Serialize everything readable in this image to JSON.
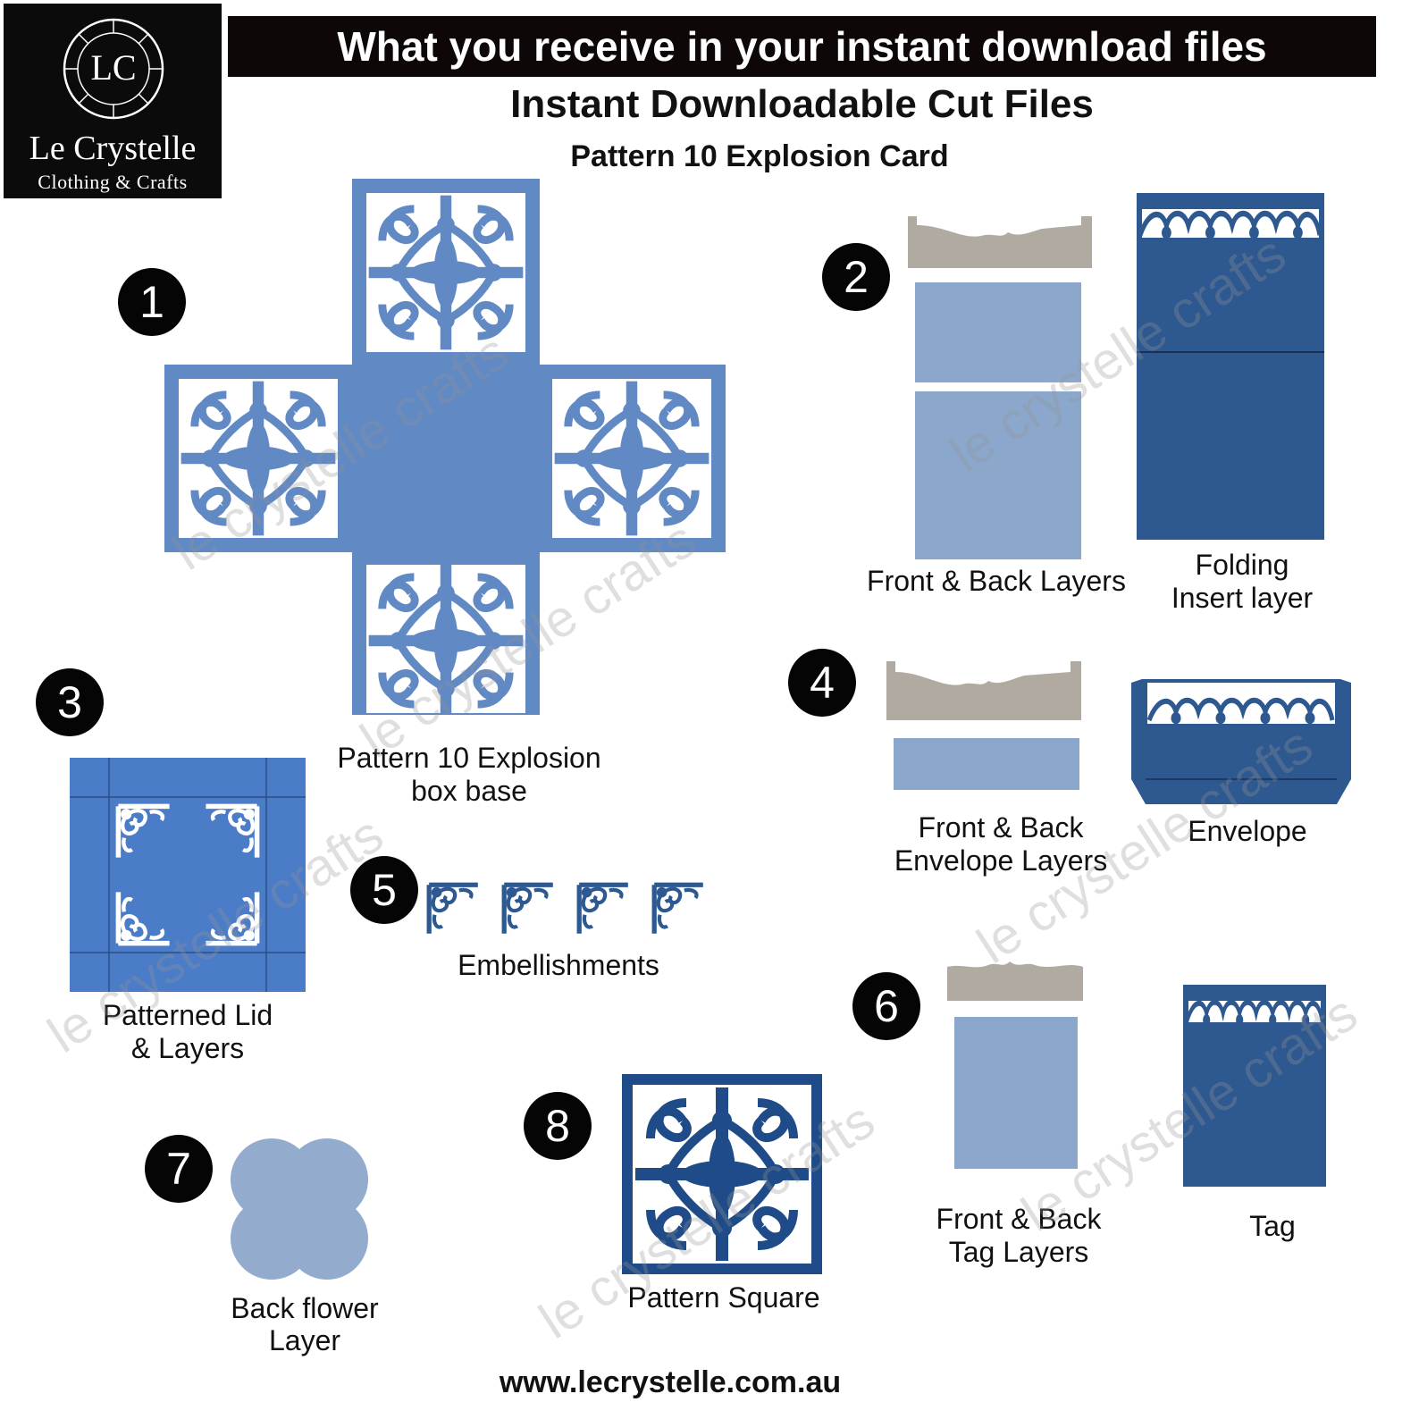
{
  "logo": {
    "name": "Le Crystelle",
    "tagline": "Clothing & Crafts",
    "monogram": "LC"
  },
  "banner": "What you receive in your instant download files",
  "title": "Instant Downloadable Cut Files",
  "subtitle": "Pattern 10 Explosion Card",
  "items": [
    {
      "number": "1",
      "label": "Pattern 10 Explosion box base"
    },
    {
      "number": "2",
      "labels": [
        "Front & Back Layers",
        "Folding Insert layer"
      ]
    },
    {
      "number": "3",
      "label": "Patterned Lid & Layers"
    },
    {
      "number": "4",
      "labels": [
        "Front & Back Envelope Layers",
        "Envelope"
      ]
    },
    {
      "number": "5",
      "label": "Embellishments"
    },
    {
      "number": "6",
      "labels": [
        "Front & Back Tag Layers",
        "Tag"
      ]
    },
    {
      "number": "7",
      "label": "Back flower Layer"
    },
    {
      "number": "8",
      "label": "Pattern Square"
    }
  ],
  "url": "www.lecrystelle.com.au",
  "watermark": "le crystelle crafts",
  "colors": {
    "base_blue": "#6189c4",
    "dark_blue": "#2e5890",
    "light_blue": "#8ba7cc",
    "lid_blue": "#4b7cc8",
    "glitter": "#b0aaa0",
    "flower": "#93abcd",
    "navy": "#1f4c88"
  }
}
